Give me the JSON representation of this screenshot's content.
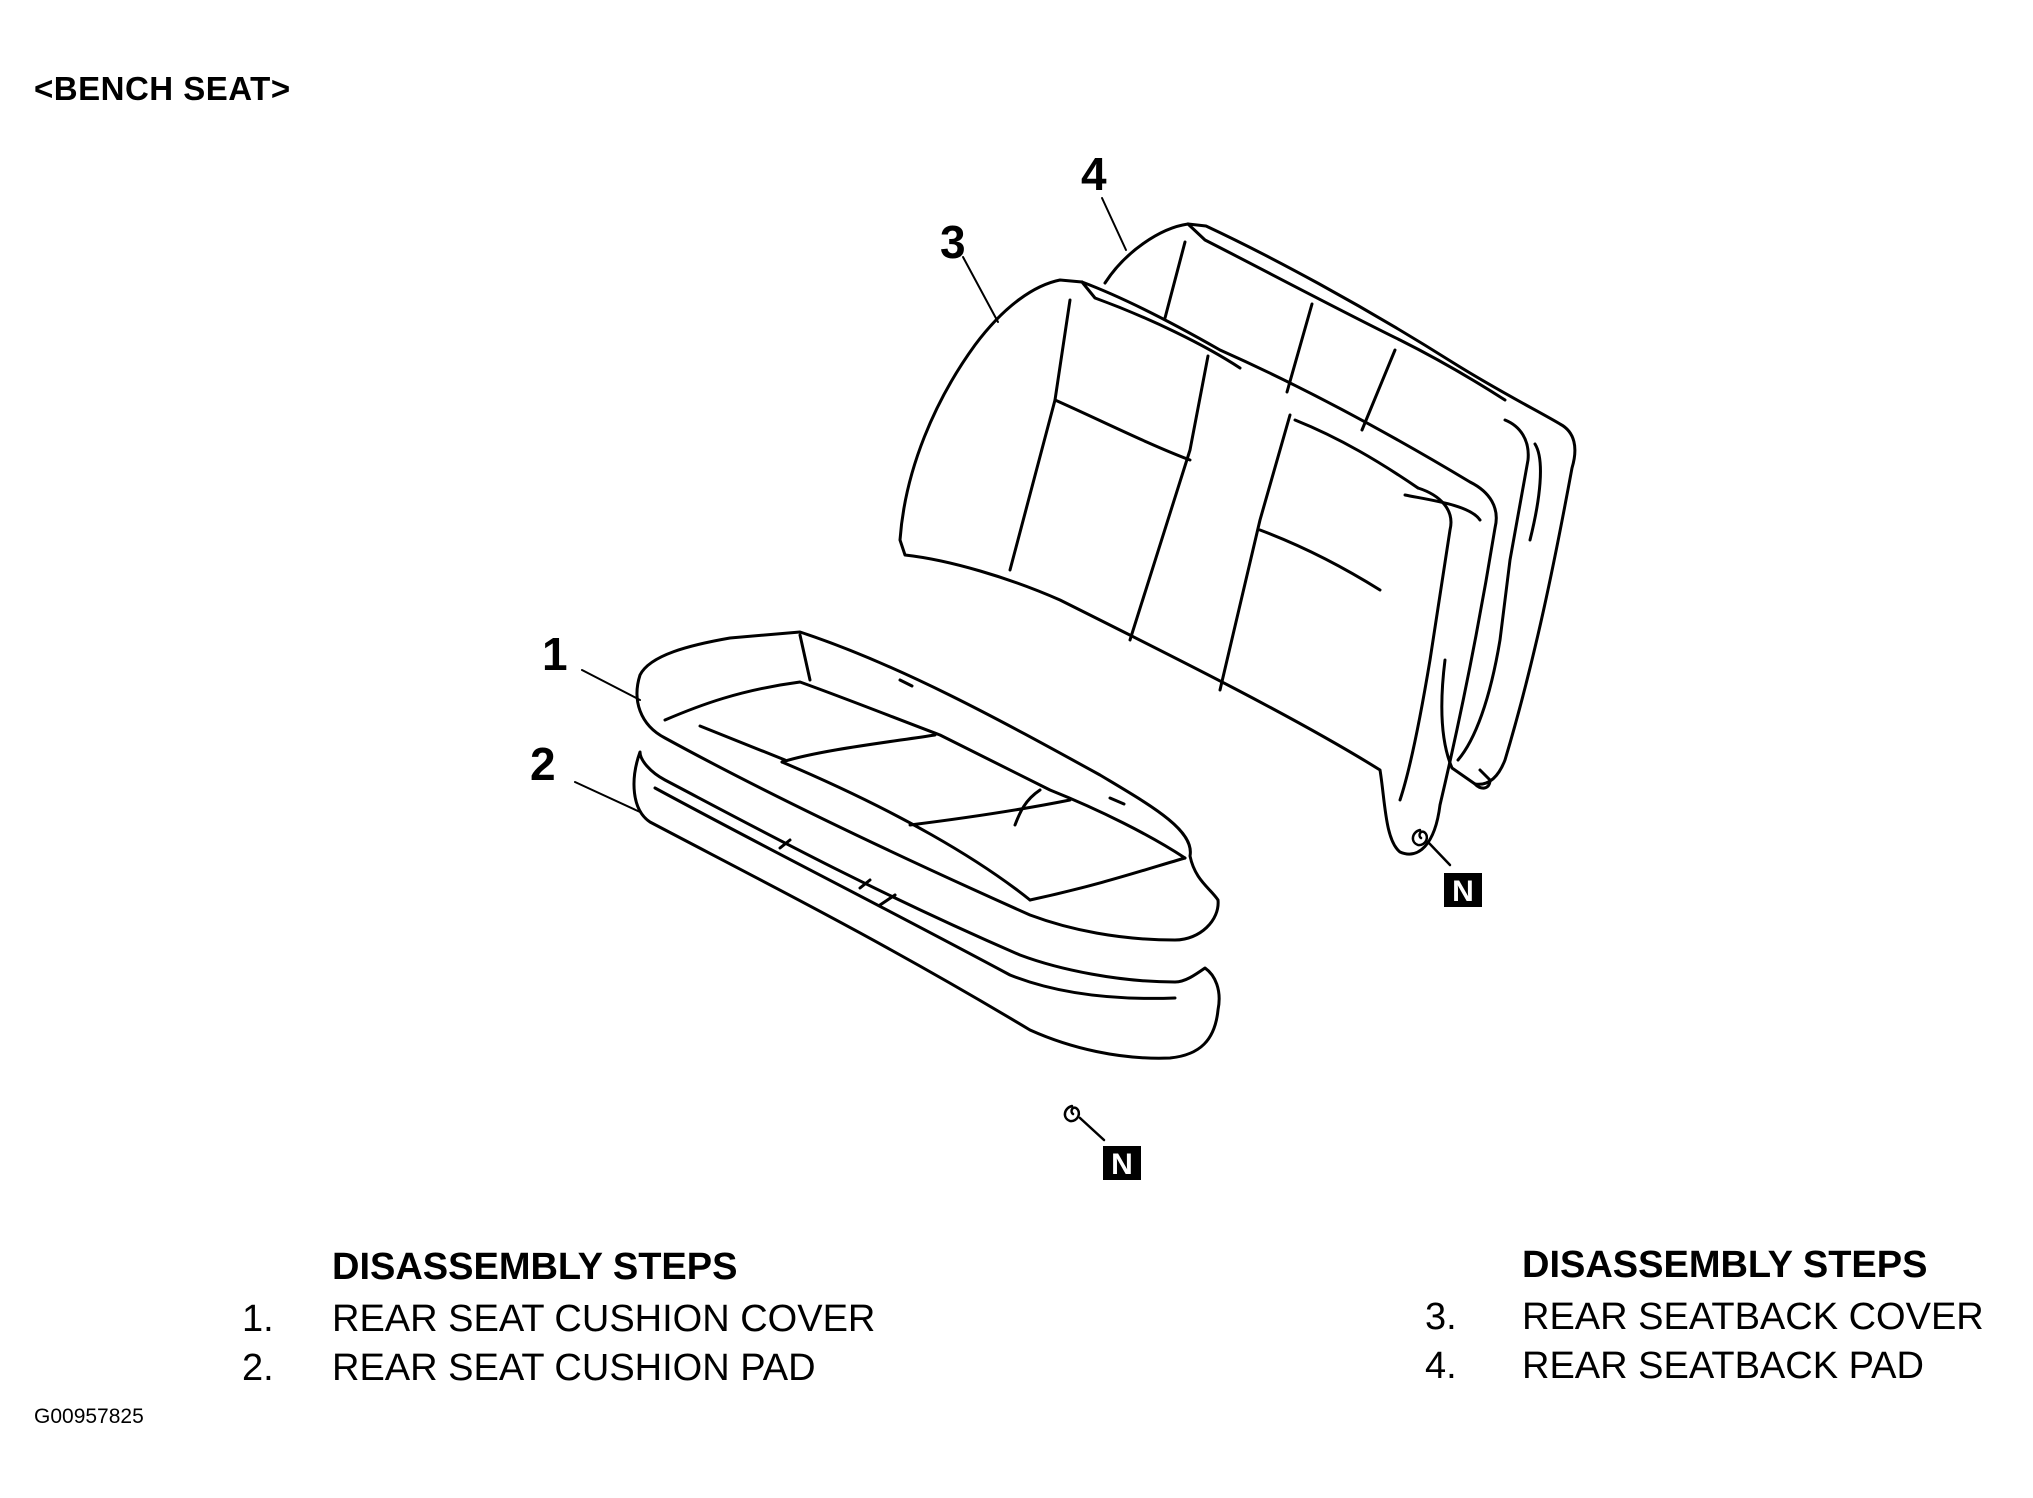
{
  "title": "<BENCH SEAT>",
  "callouts": [
    "1",
    "2",
    "3",
    "4"
  ],
  "fastener_badge": "N",
  "steps_left": {
    "heading": "DISASSEMBLY STEPS",
    "items": [
      {
        "num": "1.",
        "label": "REAR SEAT CUSHION COVER"
      },
      {
        "num": "2.",
        "label": "REAR SEAT CUSHION PAD"
      }
    ]
  },
  "steps_right": {
    "heading": "DISASSEMBLY STEPS",
    "items": [
      {
        "num": "3.",
        "label": "REAR SEATBACK COVER"
      },
      {
        "num": "4.",
        "label": "REAR SEATBACK PAD"
      }
    ]
  },
  "image_code": "G00957825"
}
